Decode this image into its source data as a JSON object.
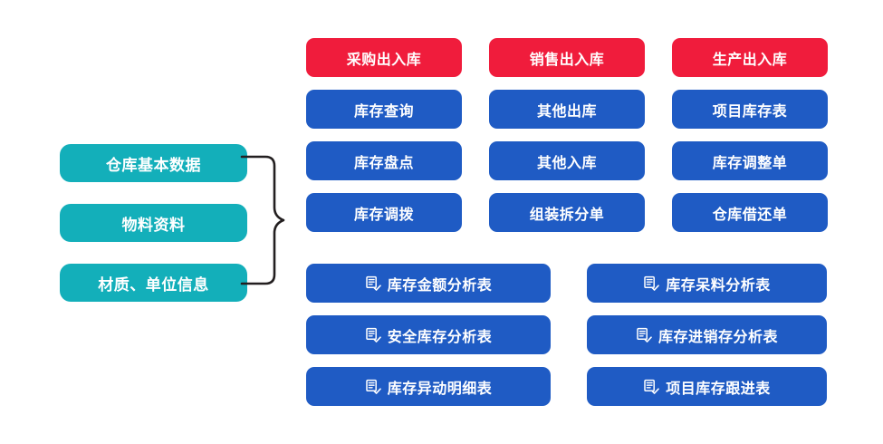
{
  "colors": {
    "teal": "#13AFBA",
    "red": "#F01C3C",
    "blue": "#1F5BC4",
    "brace": "#231F20",
    "background": "#FFFFFF",
    "text_on_fill": "#FFFFFF"
  },
  "left_group": {
    "items": [
      {
        "label": "仓库基本数据"
      },
      {
        "label": "物料资料"
      },
      {
        "label": "材质、单位信息"
      }
    ]
  },
  "connector": {
    "icon": "curly-brace-right",
    "description": "右向大括号连接线"
  },
  "module_grid": {
    "columns": [
      {
        "header": {
          "label": "采购出入库",
          "color": "#F01C3C"
        },
        "items": [
          {
            "label": "库存查询"
          },
          {
            "label": "库存盘点"
          },
          {
            "label": "库存调拨"
          }
        ]
      },
      {
        "header": {
          "label": "销售出入库",
          "color": "#F01C3C"
        },
        "items": [
          {
            "label": "其他出库"
          },
          {
            "label": "其他入库"
          },
          {
            "label": "组装拆分单"
          }
        ]
      },
      {
        "header": {
          "label": "生产出入库",
          "color": "#F01C3C"
        },
        "items": [
          {
            "label": "项目库存表"
          },
          {
            "label": "库存调整单"
          },
          {
            "label": "仓库借还单"
          }
        ]
      }
    ]
  },
  "reports": {
    "icon": "report-document-check-icon",
    "left_column": [
      {
        "label": "库存金额分析表"
      },
      {
        "label": "安全库存分析表"
      },
      {
        "label": "库存异动明细表"
      }
    ],
    "right_column": [
      {
        "label": "库存呆料分析表"
      },
      {
        "label": "库存进销存分析表"
      },
      {
        "label": "项目库存跟进表"
      }
    ]
  }
}
